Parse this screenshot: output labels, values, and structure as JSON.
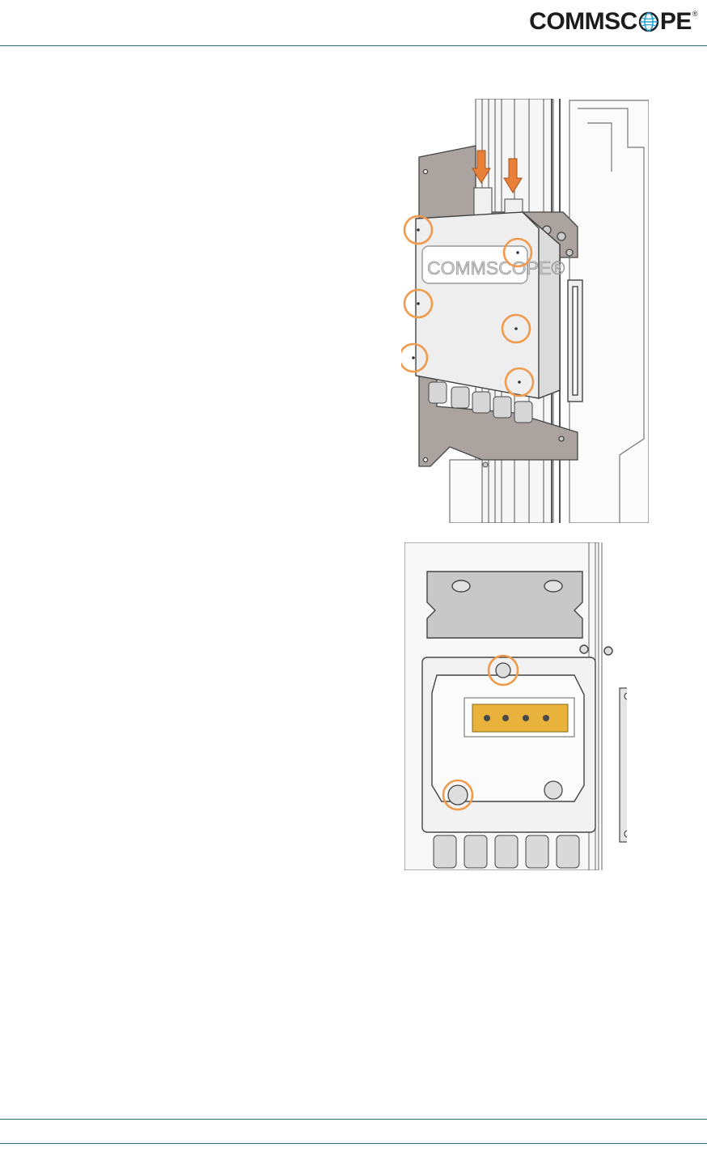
{
  "header": {
    "logo_text_left": "COMMSC",
    "logo_text_right": "PE",
    "logo_registered": "®",
    "logo_icon": "globe-o-icon",
    "rule_color": "#2a6f78"
  },
  "figure_1": {
    "device_label": "COMMSCOPE®",
    "callout_color": "#ef9a4d",
    "arrow_color": "#e8803a",
    "arrow_count": 2,
    "screw_callout_count": 6
  },
  "figure_2": {
    "callout_color": "#ef9a4d",
    "terminal_color": "#e8b23c",
    "screw_callout_count": 2,
    "cable_gland_count": 5
  },
  "footer": {
    "rule_color": "#2a6f78"
  }
}
